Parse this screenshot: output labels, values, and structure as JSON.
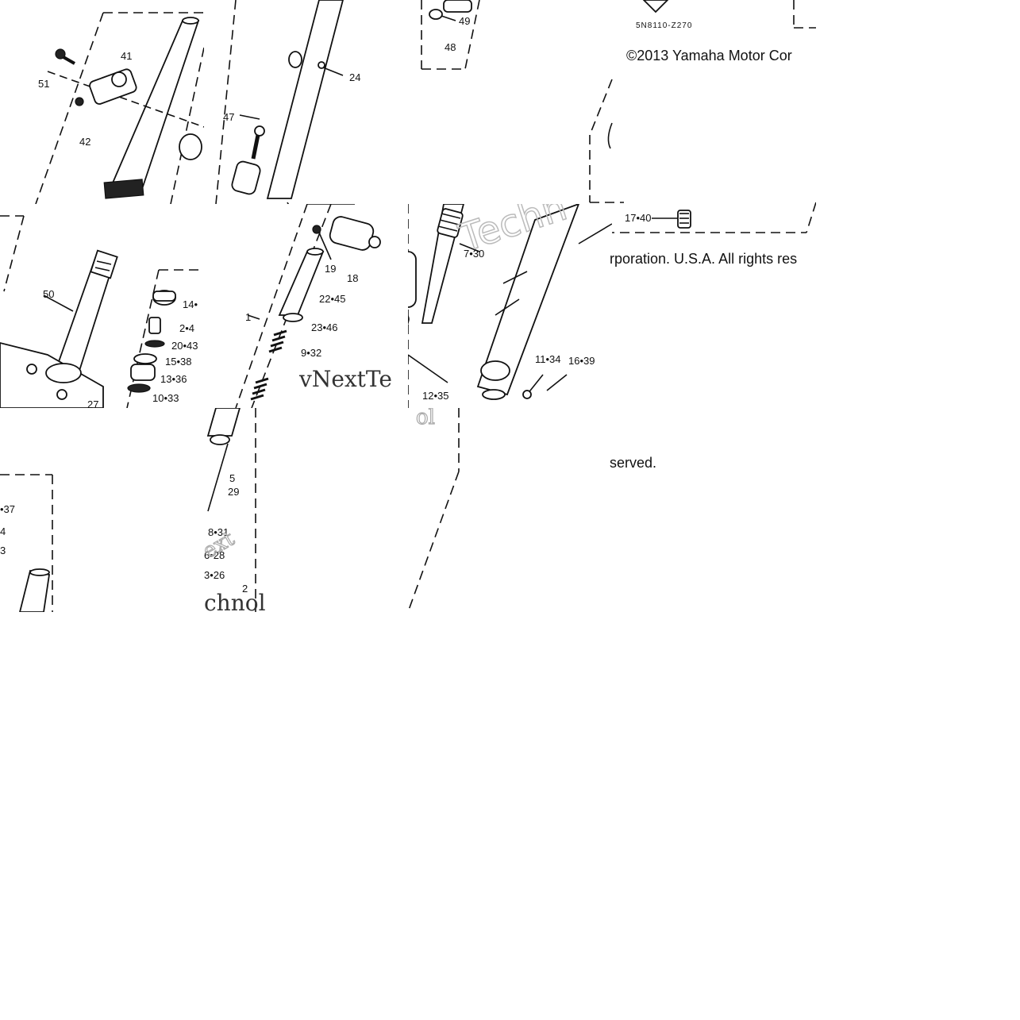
{
  "diagram": {
    "code": "5N8110-Z270",
    "copyright_line_1": "©2013 Yamaha Motor Cor",
    "copyright_line_2": "rporation. U.S.A. All rights res",
    "copyright_line_3": "served.",
    "watermark_tech": "Techn",
    "watermark_vnext": "vNextTe",
    "watermark_next": "ext",
    "watermark_chnol": "chnol",
    "watermark_ol": "ol",
    "callouts": {
      "c41": "41",
      "c51": "51",
      "c42": "42",
      "c47": "47",
      "c24": "24",
      "c49": "49",
      "c48": "48",
      "c50": "50",
      "c14": "14•",
      "c2": "2•4",
      "c20": "20•43",
      "c15": "15•38",
      "c13": "13•36",
      "c10": "10•33",
      "c19": "19",
      "c18": "18",
      "c1": "1",
      "c22": "22•45",
      "c23": "23•46",
      "c9": "9•32",
      "c7": "7•30",
      "c11": "11•34",
      "c16": "16•39",
      "c12": "12•35",
      "c17": "17•40",
      "c5": "5",
      "c29": "29",
      "c8": "8•31",
      "c6": "6•28",
      "c3": "3•26",
      "c2b": "2",
      "c37": "•37",
      "c4": "4",
      "c3b": "3",
      "c27": "27"
    }
  }
}
